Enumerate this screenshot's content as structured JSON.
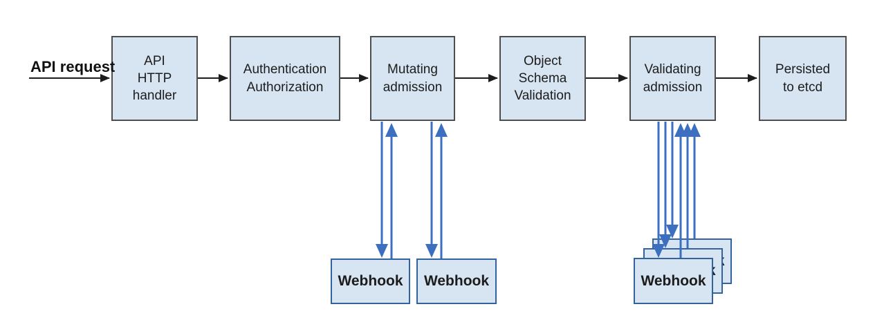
{
  "flow_label": "API request",
  "nodes": {
    "api_http_handler": "API\nHTTP\nhandler",
    "authentication": "Authentication\nAuthorization",
    "mutating_admission": "Mutating\nadmission",
    "object_schema_validation": "Object\nSchema\nValidation",
    "validating_admission": "Validating\nadmission",
    "persisted_to_etcd": "Persisted\nto etcd",
    "webhook": "Webhook"
  },
  "edges": {
    "main_flow": [
      "API request",
      "API HTTP handler",
      "Authentication Authorization",
      "Mutating admission",
      "Object Schema Validation",
      "Validating admission",
      "Persisted to etcd"
    ],
    "webhook_calls": [
      {
        "from": "Mutating admission",
        "to": "Webhook",
        "bidirectional": true,
        "webhook_count": 2
      },
      {
        "from": "Validating admission",
        "to": "Webhook",
        "bidirectional": true,
        "webhook_count": 3
      }
    ]
  },
  "colors": {
    "node_fill": "#d7e4f1",
    "node_border": "#4d4d4d",
    "webhook_border": "#33639f",
    "webhook_arrow": "#3c6fc0",
    "flow_arrow": "#1c1c1c"
  }
}
